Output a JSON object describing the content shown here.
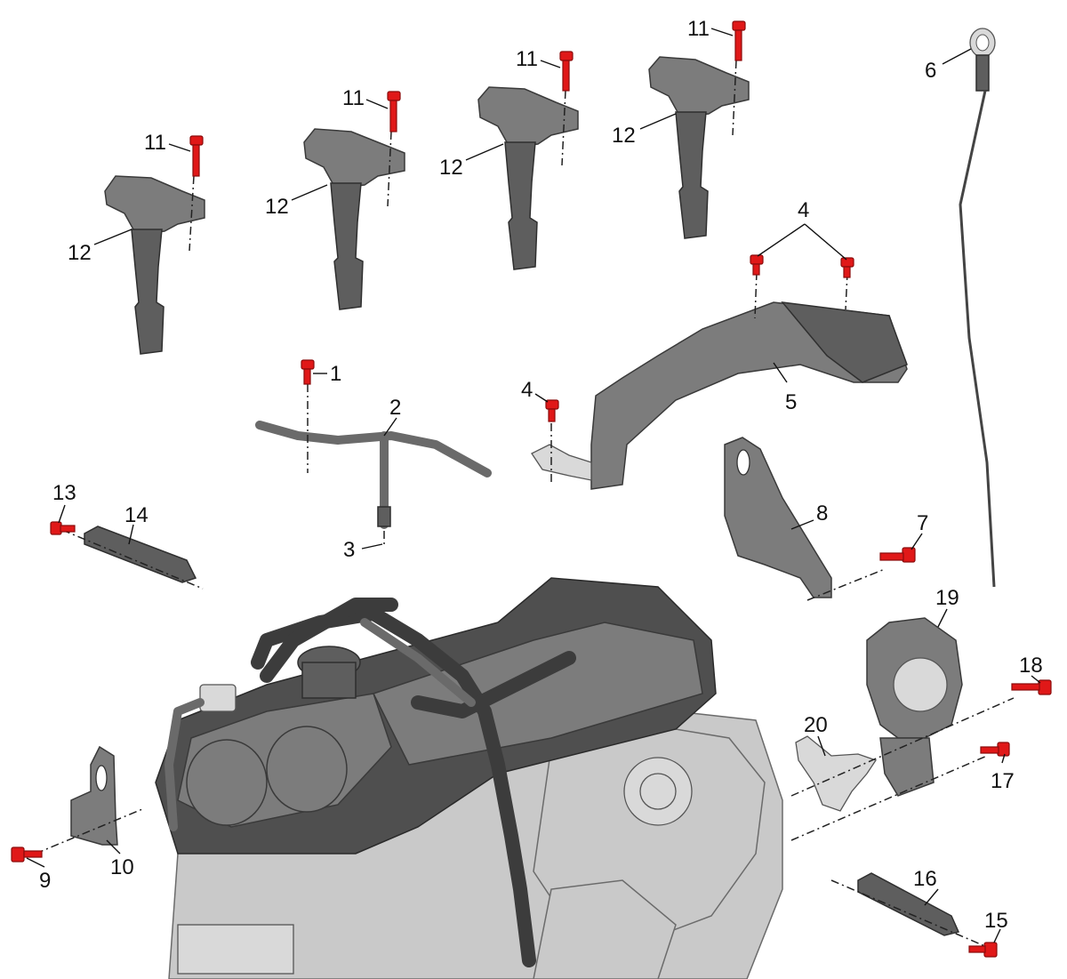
{
  "diagram": {
    "callouts": [
      {
        "id": "c1",
        "label": "1"
      },
      {
        "id": "c2",
        "label": "2"
      },
      {
        "id": "c3",
        "label": "3"
      },
      {
        "id": "c4a",
        "label": "4"
      },
      {
        "id": "c4b",
        "label": "4"
      },
      {
        "id": "c5",
        "label": "5"
      },
      {
        "id": "c6",
        "label": "6"
      },
      {
        "id": "c7",
        "label": "7"
      },
      {
        "id": "c8",
        "label": "8"
      },
      {
        "id": "c9",
        "label": "9"
      },
      {
        "id": "c10",
        "label": "10"
      },
      {
        "id": "c11a",
        "label": "11"
      },
      {
        "id": "c11b",
        "label": "11"
      },
      {
        "id": "c11c",
        "label": "11"
      },
      {
        "id": "c11d",
        "label": "11"
      },
      {
        "id": "c12a",
        "label": "12"
      },
      {
        "id": "c12b",
        "label": "12"
      },
      {
        "id": "c12c",
        "label": "12"
      },
      {
        "id": "c12d",
        "label": "12"
      },
      {
        "id": "c13",
        "label": "13"
      },
      {
        "id": "c14",
        "label": "14"
      },
      {
        "id": "c15",
        "label": "15"
      },
      {
        "id": "c16",
        "label": "16"
      },
      {
        "id": "c17",
        "label": "17"
      },
      {
        "id": "c18",
        "label": "18"
      },
      {
        "id": "c19",
        "label": "19"
      },
      {
        "id": "c20",
        "label": "20"
      }
    ],
    "colors": {
      "fastener": "#e01818",
      "part": "#7c7c7c",
      "engine": "#c9c9c9",
      "background": "#ffffff"
    }
  }
}
